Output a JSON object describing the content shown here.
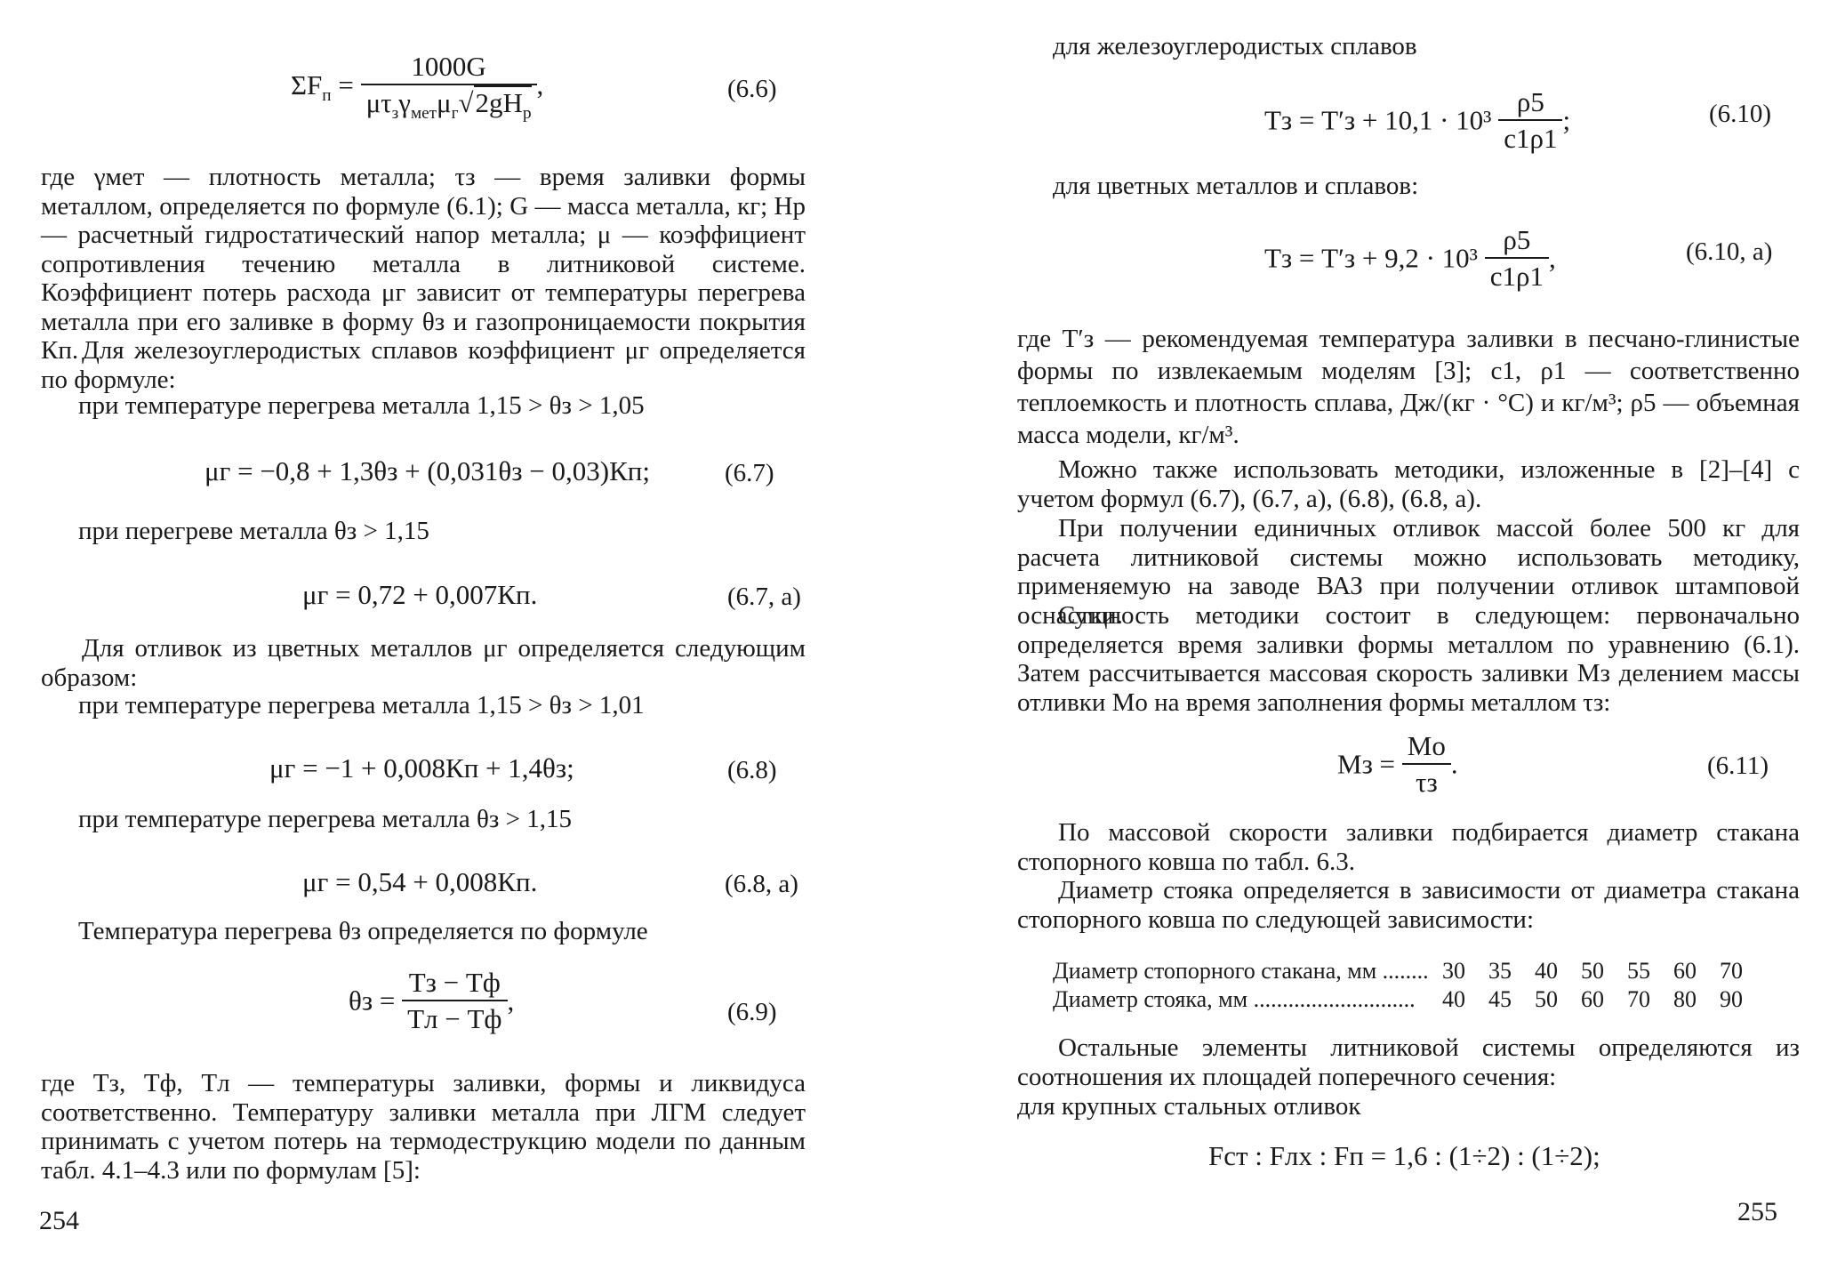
{
  "left_page": {
    "eq_6_6": {
      "lhs": "ΣF",
      "lhs_sub": "п",
      "numerator": "1000G",
      "denominator_pre": "μτ",
      "den_sub1": "з",
      "den_gamma": "γ",
      "den_sub2": "мет",
      "den_mu": "μ",
      "den_sub3": "г",
      "sqrt_body": "2gH",
      "sqrt_sub": "р",
      "tail": ",",
      "number": "(6.6)"
    },
    "para_1": "где γмет — плотность металла; τз — время заливки формы металлом, определяется по формуле (6.1); G — масса металла, кг; Hр — расчетный гидростатический напор металла; μ — коэффициент сопротивления течению металла в литниковой системе. Коэффициент потерь расхода μг зависит от температуры перегрева металла при его заливке в форму θз и газопроницаемости покрытия Кп.",
    "para_2": "Для железоуглеродистых сплавов коэффициент μг определяется по формуле:",
    "cond_1": "при температуре перегрева металла 1,15 > θз > 1,05",
    "eq_6_7": {
      "formula": "μг = −0,8 + 1,3θз + (0,031θз − 0,03)Кп;",
      "number": "(6.7)"
    },
    "cond_2": "при перегреве металла θз > 1,15",
    "eq_6_7a": {
      "formula": "μг = 0,72 + 0,007Кп.",
      "number": "(6.7, а)"
    },
    "para_3": "Для отливок из цветных металлов μг определяется следующим образом:",
    "cond_3": "при температуре перегрева металла 1,15 > θз > 1,01",
    "eq_6_8": {
      "formula": "μг = −1 + 0,008Кп + 1,4θз;",
      "number": "(6.8)"
    },
    "cond_4": "при температуре перегрева металла θз > 1,15",
    "eq_6_8a": {
      "formula": "μг = 0,54 + 0,008Кп.",
      "number": "(6.8, а)"
    },
    "para_4": "Температура перегрева θз определяется по формуле",
    "eq_6_9": {
      "lhs": "θз =",
      "numerator": "Tз − Tф",
      "denominator": "Tл − Tф",
      "tail": ",",
      "number": "(6.9)"
    },
    "para_5": "где Tз, Tф, Tл — температуры заливки, формы и ликвидуса соответственно. Температуру заливки металла при ЛГМ следует принимать с учетом потерь на термодеструкцию модели по данным табл. 4.1–4.3 или по формулам [5]:",
    "page_number": "254"
  },
  "right_page": {
    "intro_1": "для железоуглеродистых сплавов",
    "eq_6_10": {
      "lhs": "Tз = T′з + 10,1 · 10³",
      "numerator": "ρ5",
      "denominator": "c1ρ1",
      "tail": ";",
      "number": "(6.10)"
    },
    "intro_2": "для цветных металлов и сплавов:",
    "eq_6_10a": {
      "lhs": "Tз = T′з + 9,2 · 10³",
      "numerator": "ρ5",
      "denominator": "c1ρ1",
      "tail": ",",
      "number": "(6.10, а)"
    },
    "para_1": "где T′з — рекомендуемая температура заливки в песчано-глинистые формы по извлекаемым моделям [3]; c1, ρ1 — соответственно теплоемкость и плотность сплава, Дж/(кг · °С) и кг/м³; ρ5 — объемная масса модели, кг/м³.",
    "para_2": "Можно также использовать методики, изложенные в [2]–[4] с учетом формул (6.7), (6.7, а), (6.8), (6.8, а).",
    "para_3": "При получении единичных отливок массой более 500 кг для расчета литниковой системы можно использовать методику, применяемую на заводе ВАЗ при получении отливок штамповой оснастки.",
    "para_4": "Сущность методики состоит в следующем: первоначально определяется время заливки формы металлом по уравнению (6.1). Затем рассчитывается массовая скорость заливки Mз делением массы отливки Mо на время заполнения формы металлом τз:",
    "eq_6_11": {
      "lhs": "Mз =",
      "numerator": "Mо",
      "denominator": "τз",
      "tail": ".",
      "number": "(6.11)"
    },
    "para_5": "По массовой скорости заливки подбирается диаметр стакана стопорного ковша по табл. 6.3.",
    "para_6": "Диаметр стояка определяется в зависимости от диаметра стакана стопорного ковша по следующей зависимости:",
    "table": {
      "rows": [
        {
          "label": "Диаметр стопорного стакана, мм ........",
          "values": [
            "30",
            "35",
            "40",
            "50",
            "55",
            "60",
            "70"
          ]
        },
        {
          "label": "Диаметр стояка, мм ............................",
          "values": [
            "40",
            "45",
            "50",
            "60",
            "70",
            "80",
            "90"
          ]
        }
      ]
    },
    "para_7": "Остальные элементы литниковой системы определяются из соотношения их площадей поперечного сечения:",
    "intro_3": "для крупных стальных отливок",
    "eq_final": {
      "formula": "Fст : Fлх : Fп = 1,6 : (1÷2) : (1÷2);"
    },
    "page_number": "255"
  }
}
